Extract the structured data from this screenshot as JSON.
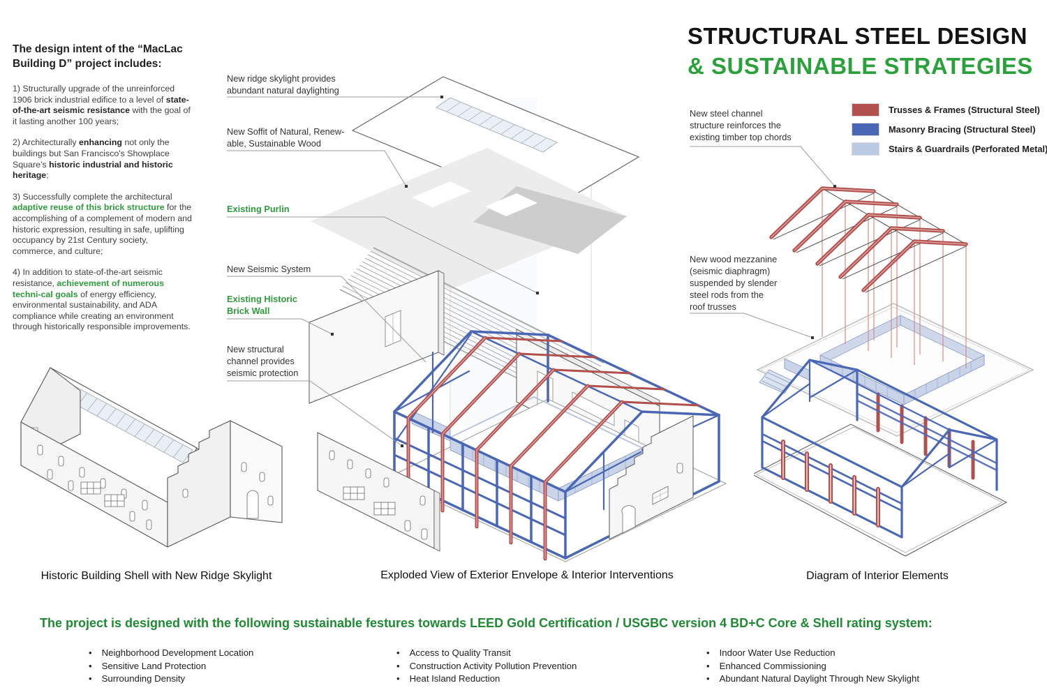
{
  "title": {
    "line1": "STRUCTURAL  STEEL DESIGN",
    "line2": "& SUSTAINABLE  STRATEGIES"
  },
  "colors": {
    "accent_green": "#2aa13b",
    "truss_red": "#b2504d",
    "bracing_blue": "#4a67b5",
    "stairs_light_blue": "#bcc9e2"
  },
  "intent": {
    "heading": "The design intent of the “MacLac Building D” project includes:",
    "paragraphs": [
      {
        "segments": [
          {
            "text": "1)  Structurally upgrade of the unreinforced 1906 brick industrial edifice to a level of ",
            "style": "normal"
          },
          {
            "text": "state-of-the-art seismic resistance",
            "style": "bold"
          },
          {
            "text": " with the goal of it lasting another 100 years;",
            "style": "normal"
          }
        ]
      },
      {
        "segments": [
          {
            "text": "2)  Architecturally ",
            "style": "normal"
          },
          {
            "text": "enhancing",
            "style": "bold"
          },
          {
            "text": " not only the buildings but San Francisco's Showplace Square’s ",
            "style": "normal"
          },
          {
            "text": "historic industrial and historic heritage",
            "style": "bold"
          },
          {
            "text": ";",
            "style": "normal"
          }
        ]
      },
      {
        "segments": [
          {
            "text": "3)  Successfully complete the architectural ",
            "style": "normal"
          },
          {
            "text": "adaptive reuse of this brick structure",
            "style": "green-bold"
          },
          {
            "text": " for the accomplishing of a complement of modern and historic expression, resulting in safe, uplifting occupancy by 21st Century society, commerce, and culture;",
            "style": "normal"
          }
        ]
      },
      {
        "segments": [
          {
            "text": "4)  In addition to state-of-the-art seismic resistance, ",
            "style": "normal"
          },
          {
            "text": "achievement of numerous techni-cal goals",
            "style": "green-bold"
          },
          {
            "text": " of energy efficiency, environmental sustainability, and ADA compliance while creating an environment through historically responsible improvements.",
            "style": "normal"
          }
        ]
      }
    ]
  },
  "legend": {
    "items": [
      {
        "label": "Trusses & Frames (Structural Steel)",
        "color": "#b2504d"
      },
      {
        "label": "Masonry Bracing (Structural Steel)",
        "color": "#4a67b5"
      },
      {
        "label": "Stairs & Guardrails (Perforated Metal)",
        "color": "#bcc9e2"
      }
    ]
  },
  "labels": {
    "skylight": "New ridge skylight provides\nabundant natural daylighting",
    "soffit": "New Soffit of Natural, Renew-\nable, Sustainable Wood",
    "purlin": "Existing Purlin",
    "seismic": "New Seismic System",
    "brick_wall": "Existing Historic\nBrick Wall",
    "channel": "New structural\nchannel provides\nseismic protection",
    "steel_channel": "New steel channel\nstructure reinforces the\nexisting timber top chords",
    "mezzanine": "New wood mezzanine\n(seismic diaphragm)\nsuspended by slender\nsteel rods from the\nroof trusses"
  },
  "captions": {
    "left": "Historic Building Shell with New Ridge Skylight",
    "middle": "Exploded View of Exterior Envelope & Interior Interventions",
    "right": "Diagram of Interior Elements"
  },
  "sustainable": {
    "heading": "The project is designed with the following sustainable festures towards LEED Gold Certification / USGBC version 4 BD+C Core & Shell rating system:",
    "col1": [
      "Neighborhood Development Location",
      "Sensitive Land Protection",
      "Surrounding Density"
    ],
    "col2": [
      "Access to Quality Transit",
      "Construction Activity Pollution Prevention",
      "Heat Island Reduction"
    ],
    "col3": [
      "Indoor Water Use Reduction",
      "Enhanced Commissioning",
      "Abundant Natural Daylight Through New Skylight"
    ]
  }
}
